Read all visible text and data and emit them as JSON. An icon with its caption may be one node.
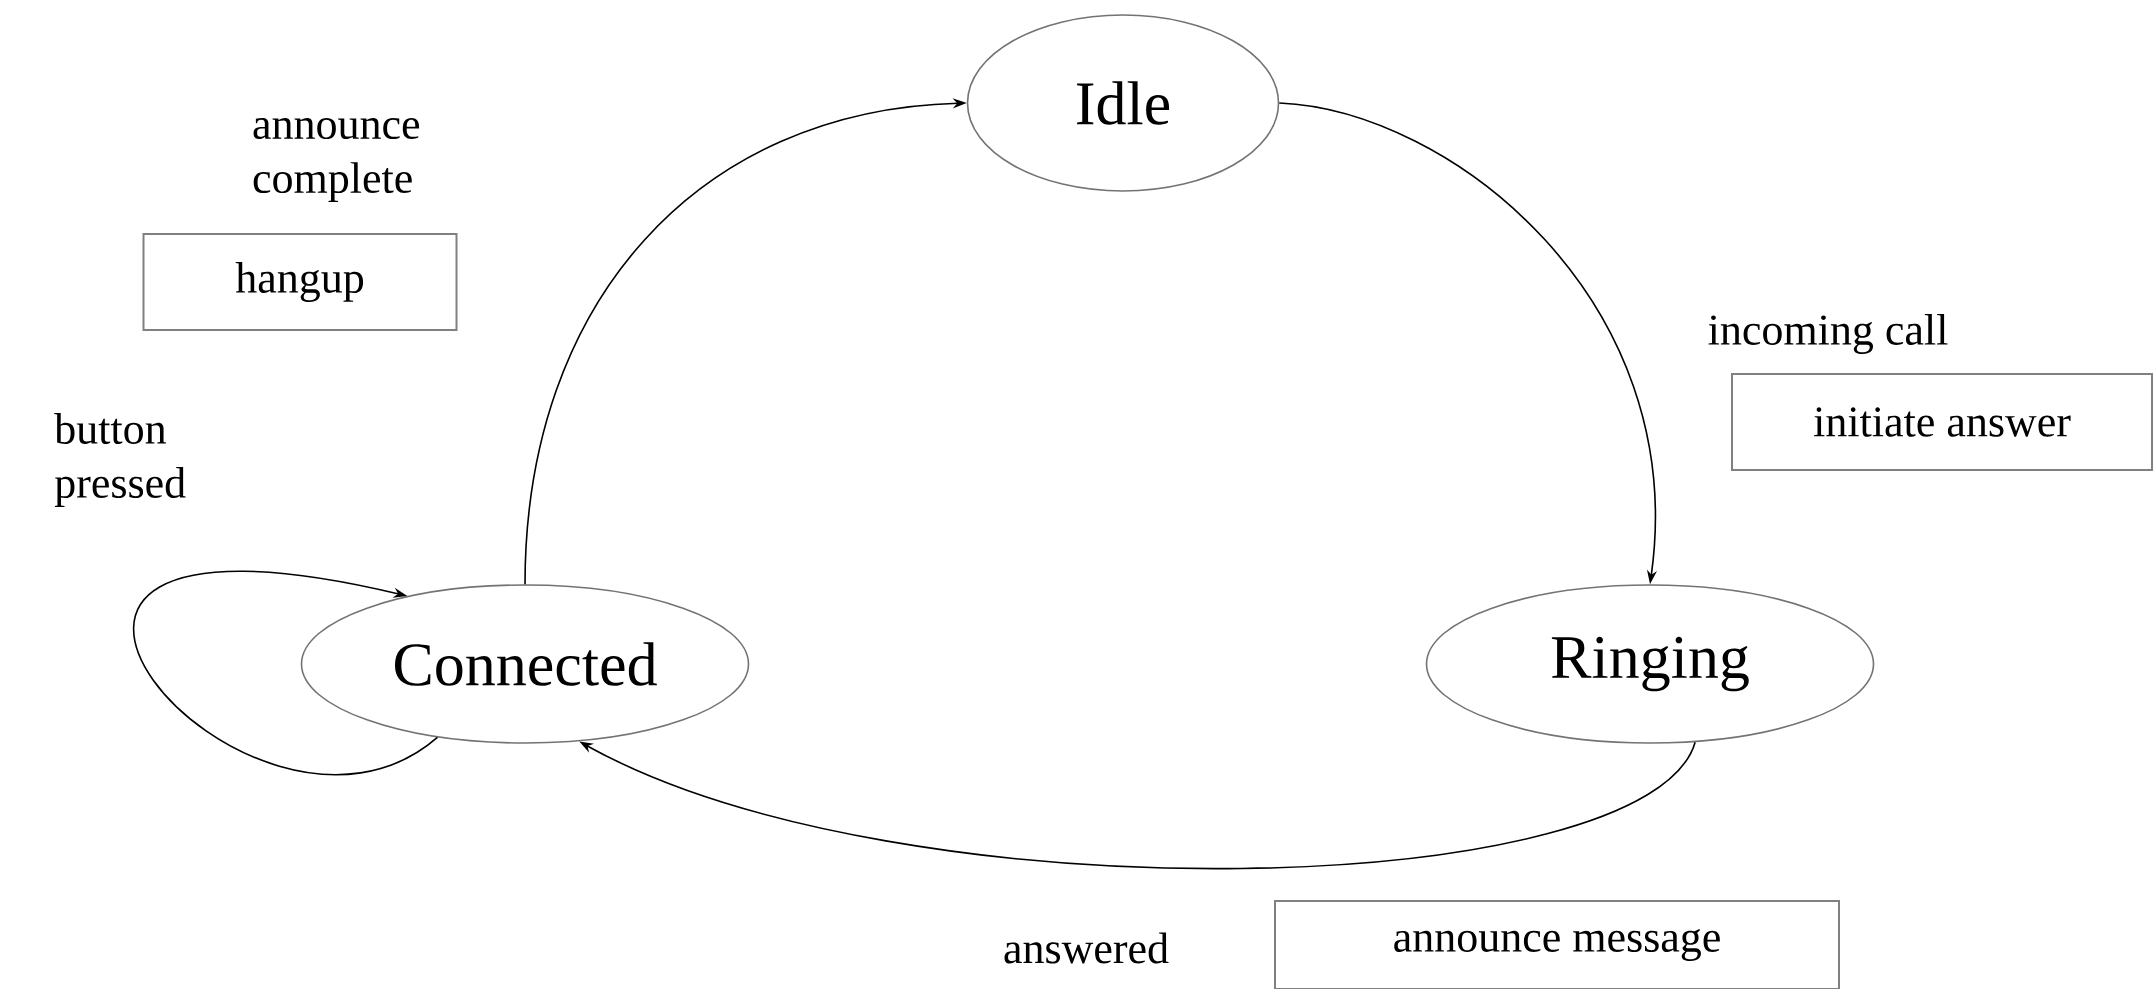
{
  "diagram": {
    "nodes": [
      {
        "text": [
          "Idle"
        ]
      },
      {
        "text": [
          "Ringing"
        ]
      },
      {
        "text": [
          "Connected"
        ]
      },
      {
        "text": [
          "hangup"
        ]
      },
      {
        "text": [
          "initiate answer"
        ]
      },
      {
        "text": [
          "announce message"
        ]
      }
    ],
    "edges": [
      {
        "from": 2,
        "to": 0,
        "arrow": "to",
        "label": "announce complete"
      },
      {
        "from": 0,
        "to": 1,
        "arrow": "to",
        "label": "incoming call"
      },
      {
        "from": 1,
        "to": 2,
        "arrow": "to",
        "label": "answered"
      },
      {
        "from": 2,
        "to": 2,
        "arrow": "to",
        "label": "button pressed"
      }
    ]
  }
}
